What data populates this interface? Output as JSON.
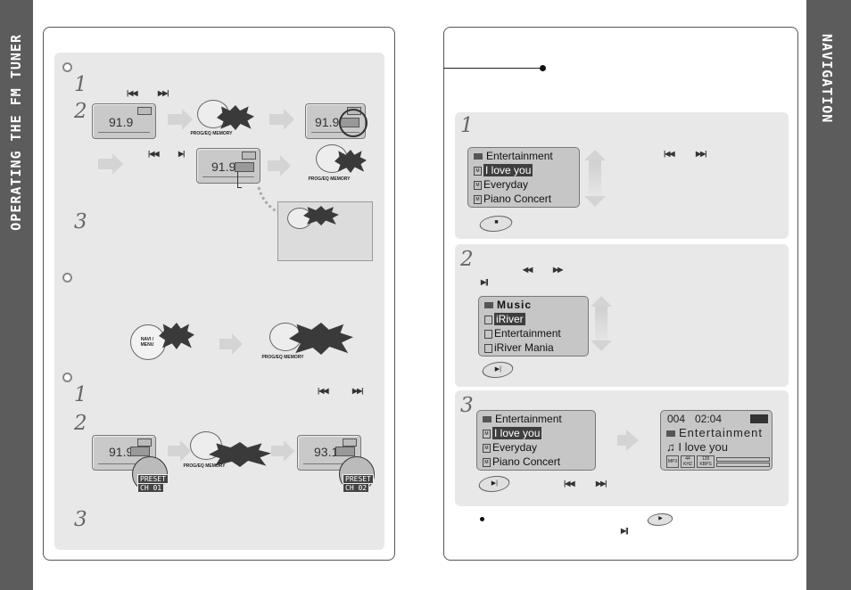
{
  "left_sidebar": {
    "title": "OPERATING THE FM TUNER"
  },
  "right_sidebar": {
    "title": "NAVIGATION"
  },
  "left_panel": {
    "section1": {
      "step1": "1",
      "step2": "2",
      "step3": "3"
    },
    "section2": {},
    "section3": {
      "step1": "1",
      "step2": "2",
      "step3": "3"
    },
    "lcd_freq_a": "91.9",
    "lcd_freq_b": "91.9",
    "lcd_freq_c": "91.9",
    "lcd_freq_d": "91.9",
    "lcd_freq_e": "93.1",
    "prog_eq_memory": "PROG/EQ MEMORY",
    "navi_menu": "NAVI / MENU",
    "preset_label": "PRESET",
    "ch_01": "CH 01",
    "ch_02": "CH 02"
  },
  "right_panel": {
    "step1": "1",
    "step2": "2",
    "step3": "3",
    "menu1": {
      "folder": "Entertainment",
      "items": [
        "I love you",
        "Everyday",
        "Piano Concert"
      ]
    },
    "menu2": {
      "folder": "Music",
      "items": [
        "iRiver",
        "Entertainment",
        "iRiver Mania"
      ]
    },
    "menu3": {
      "folder": "Entertainment",
      "items": [
        "I love you",
        "Everyday",
        "Piano Concert"
      ]
    },
    "player": {
      "track": "004",
      "time": "02:04",
      "folder": "Entertainment",
      "song": "I love you",
      "format": "MP3",
      "khz": "44",
      "khz_unit": "KHZ",
      "kbps": "128",
      "kbps_unit": "KBPS"
    }
  },
  "icons": {
    "prev": "prev-skip-icon",
    "next": "next-skip-icon",
    "play_pause": "play-pause-icon"
  }
}
